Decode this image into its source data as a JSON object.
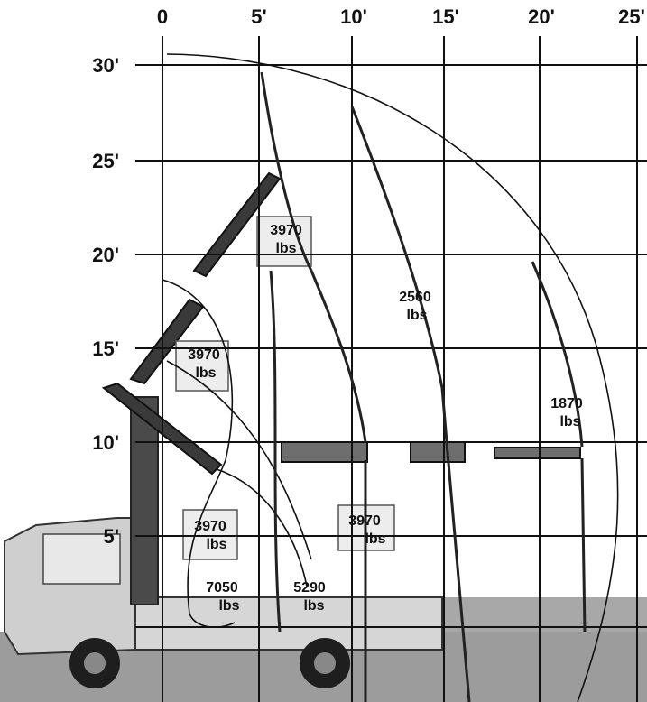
{
  "x_axis": {
    "ticks": [
      "0",
      "5'",
      "10'",
      "15'",
      "20'",
      "25'"
    ]
  },
  "y_axis": {
    "ticks": [
      "30'",
      "25'",
      "20'",
      "15'",
      "10'",
      "5'"
    ]
  },
  "load_labels": [
    {
      "value": "3970",
      "unit": "lbs"
    },
    {
      "value": "2560",
      "unit": "lbs"
    },
    {
      "value": "3970",
      "unit": "lbs"
    },
    {
      "value": "1870",
      "unit": "lbs"
    },
    {
      "value": "3970",
      "unit": "lbs"
    },
    {
      "value": "3970",
      "unit": "lbs"
    },
    {
      "value": "7050",
      "unit": "lbs"
    },
    {
      "value": "5290",
      "unit": "lbs"
    }
  ],
  "colors": {
    "grid": "#111111",
    "boom": "#2b2b2b",
    "truck": "#bdbdbd",
    "ground": "#9a9a9a"
  }
}
